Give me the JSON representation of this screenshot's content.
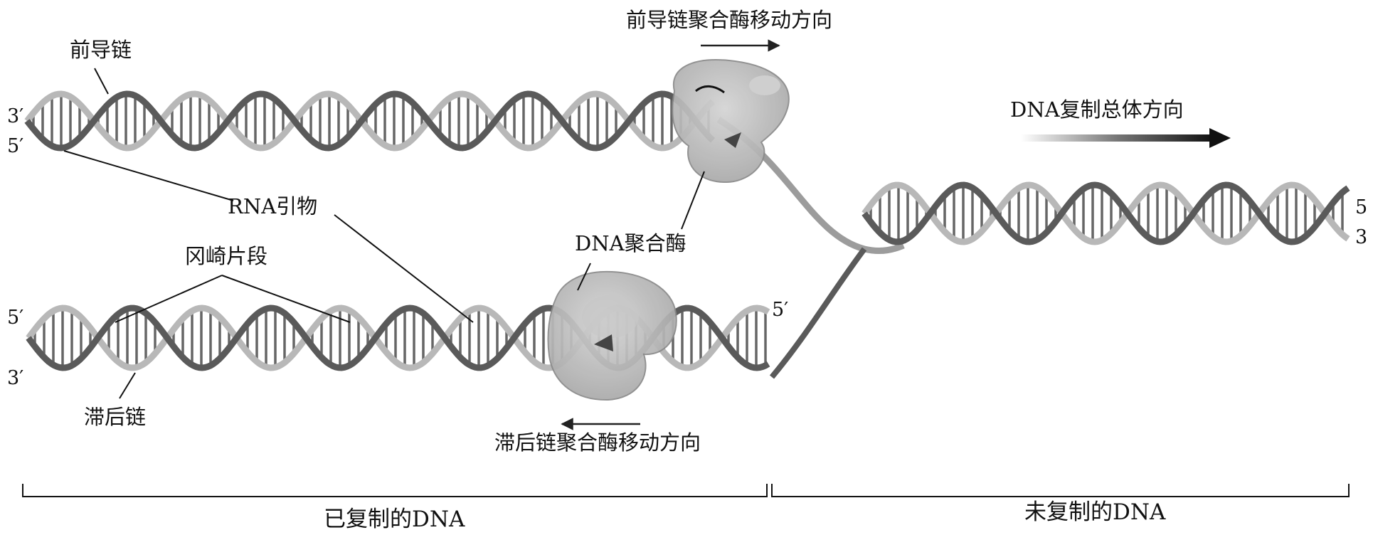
{
  "labels": {
    "leading_strand": "前导链",
    "lagging_strand": "滞后链",
    "rna_primer": "RNA引物",
    "okazaki_fragment": "冈崎片段",
    "dna_polymerase": "DNA聚合酶",
    "leading_direction": "前导链聚合酶移动方向",
    "lagging_direction": "滞后链聚合酶移动方向",
    "overall_direction": "DNA复制总体方向"
  },
  "ends": {
    "top_left_upper": "3′",
    "top_left_lower": "5′",
    "bottom_left_upper": "5′",
    "bottom_left_lower": "3′",
    "lagging_fork_end": "5′",
    "right_upper": "5",
    "right_lower": "3"
  },
  "sections": {
    "replicated": "已复制的DNA",
    "unreplicated": "未复制的DNA"
  },
  "colors": {
    "strand_dark": "#5a5a5a",
    "strand_light": "#b8b8b8",
    "rung": "#666666",
    "polymerase": "#b4b4b4",
    "arrow": "#222222"
  }
}
